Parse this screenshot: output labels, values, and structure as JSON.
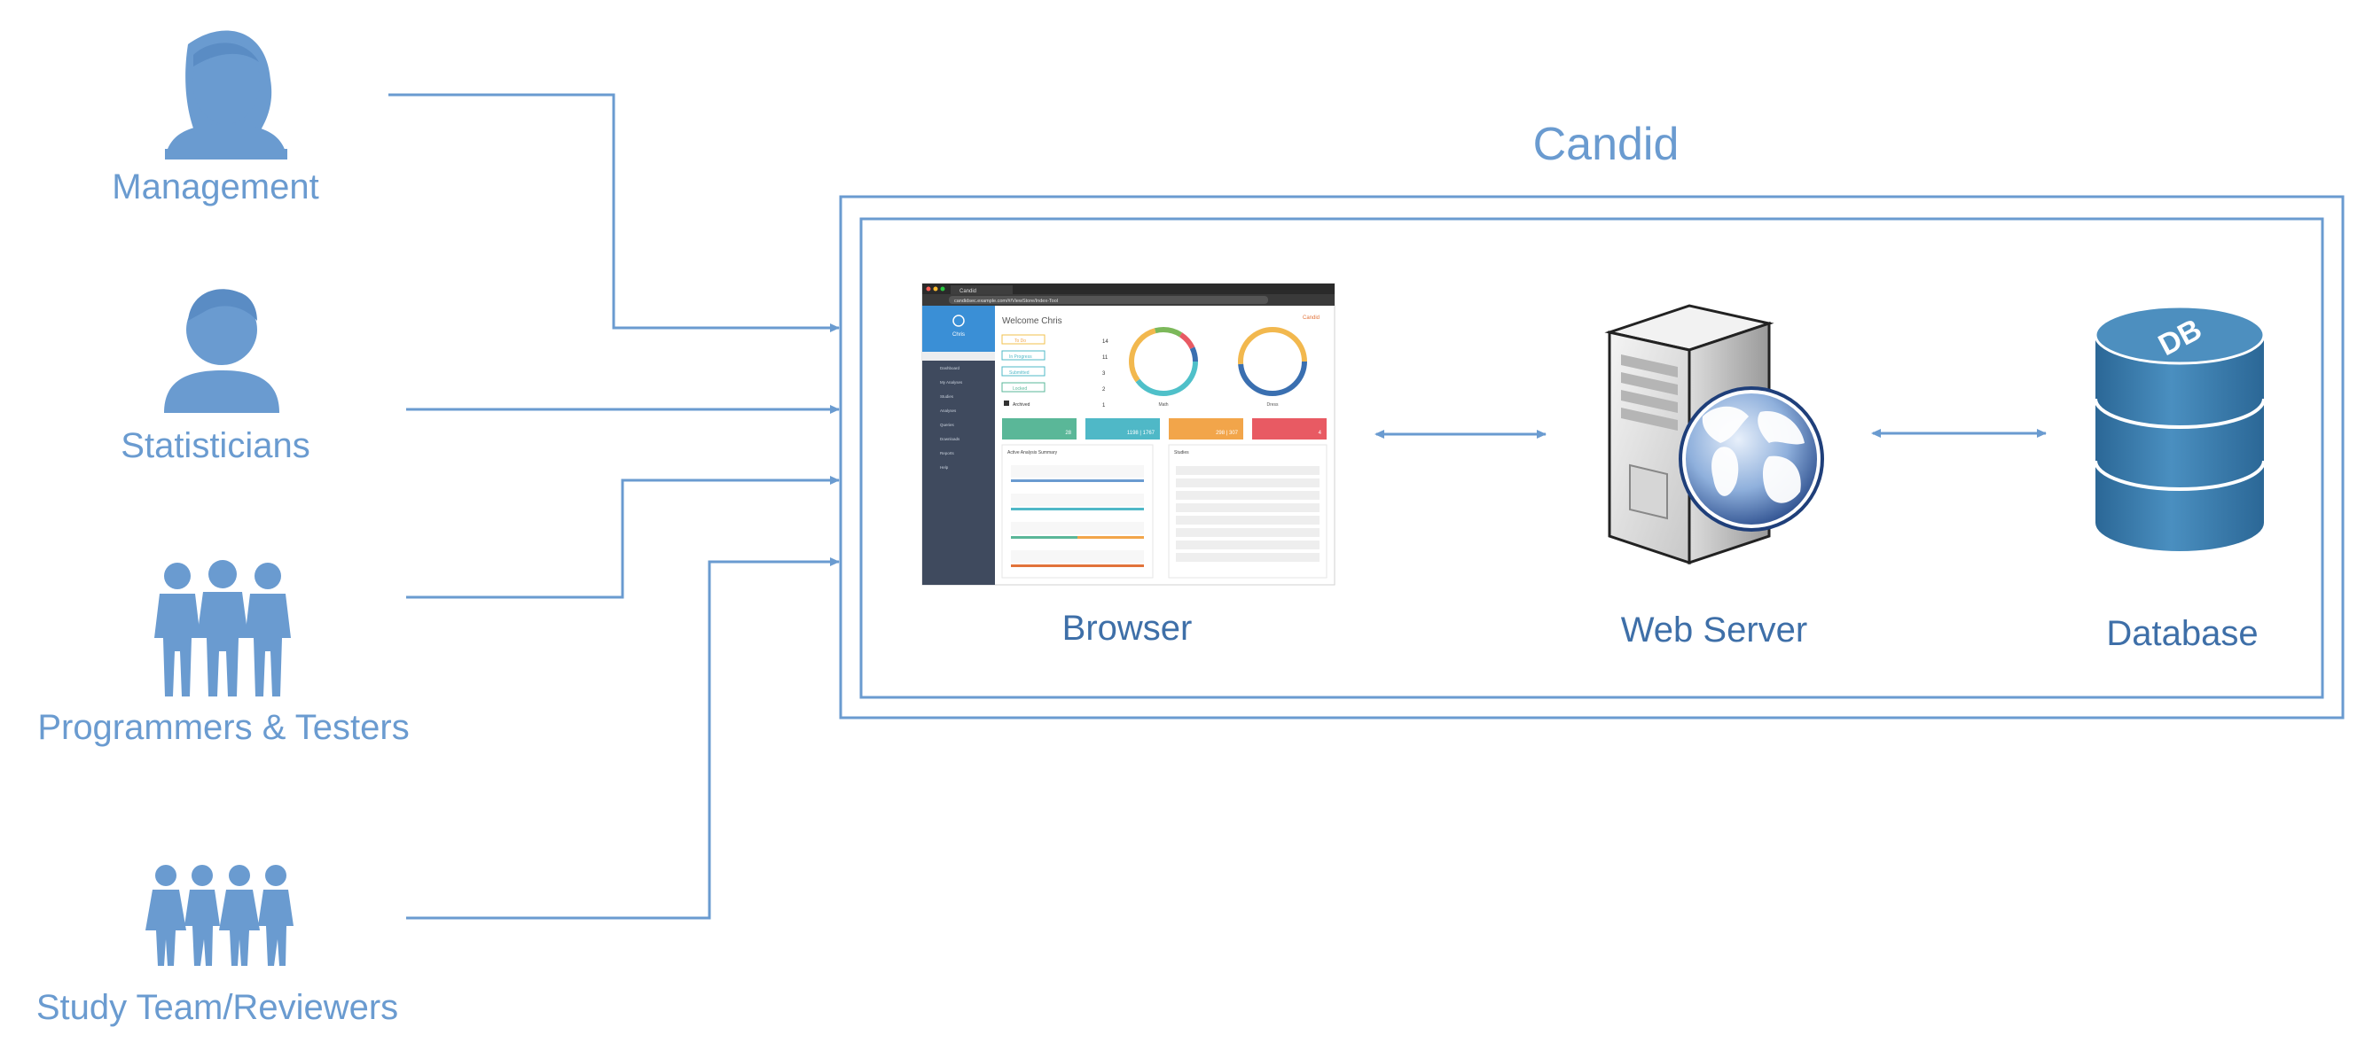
{
  "title": "Candid",
  "actors": [
    {
      "label": "Management",
      "icon": "woman-icon"
    },
    {
      "label": "Statisticians",
      "icon": "man-icon"
    },
    {
      "label": "Programmers & Testers",
      "icon": "group-of-three-icon"
    },
    {
      "label": "Study Team/Reviewers",
      "icon": "group-of-four-icon"
    }
  ],
  "components": [
    {
      "label": "Browser",
      "icon": "browser-screenshot"
    },
    {
      "label": "Web Server",
      "icon": "web-server-icon"
    },
    {
      "label": "Database",
      "icon": "database-icon"
    }
  ],
  "db_icon_text": "DB",
  "browser_screenshot": {
    "tab_title": "Candid",
    "url": "candidsec.example.com/#/ViewStore/Index-Tool",
    "welcome": "Welcome Chris",
    "user_name": "Chris",
    "brand": "Candid",
    "sidebar_items": [
      "Dashboard",
      "My Analyses",
      "Studies",
      "Analyses",
      "Queries",
      "Downloads",
      "Reports",
      "Help"
    ],
    "status_rows": [
      {
        "label": "To Do",
        "count": "14"
      },
      {
        "label": "In Progress",
        "count": "11"
      },
      {
        "label": "Submitted",
        "count": "3"
      },
      {
        "label": "Locked",
        "count": "2"
      },
      {
        "label": "Archived",
        "count": "1"
      }
    ],
    "donut_labels": [
      "Math",
      "Dress"
    ],
    "tiles": [
      {
        "value": "28",
        "color": "#5ab798"
      },
      {
        "value": "1198 | 1767",
        "color": "#4fb8c7"
      },
      {
        "value": "298 | 307",
        "color": "#f2a54a"
      },
      {
        "value": "4",
        "color": "#e85a63"
      }
    ],
    "panel_left_title": "Active Analysis Summary",
    "panel_right_title": "Studies"
  },
  "colors": {
    "accent": "#6a9bd0",
    "label_dark": "#3e6fa8",
    "box_border": "#6a9bd0",
    "db_top": "#4d8fbf",
    "db_body": "#2f6f9f"
  }
}
